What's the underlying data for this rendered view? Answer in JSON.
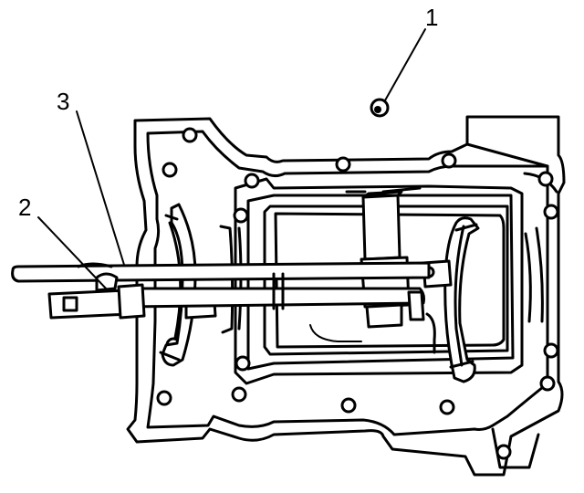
{
  "callouts": {
    "c1": {
      "label": "1"
    },
    "c2": {
      "label": "2"
    },
    "c3": {
      "label": "3"
    }
  },
  "colors": {
    "line": "#000000",
    "background": "#ffffff"
  },
  "parts": [
    "plug",
    "shift-rod",
    "shift-rail"
  ]
}
